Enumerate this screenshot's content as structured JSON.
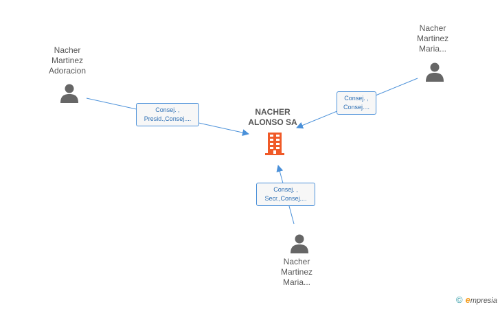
{
  "company": {
    "name_lines": [
      "NACHER",
      "ALONSO SA"
    ],
    "icon": "building-icon",
    "icon_color": "#f05a28"
  },
  "persons": [
    {
      "name_lines": [
        "Nacher",
        "Martinez",
        "Adoracion"
      ],
      "icon": "person-icon"
    },
    {
      "name_lines": [
        "Nacher",
        "Martinez",
        "Maria..."
      ],
      "icon": "person-icon"
    },
    {
      "name_lines": [
        "Nacher",
        "Martinez",
        "Maria..."
      ],
      "icon": "person-icon"
    }
  ],
  "relations": [
    {
      "role_lines": [
        "Consej. ,",
        "Presid.,Consej...."
      ]
    },
    {
      "role_lines": [
        "Consej. ,",
        "Consej...."
      ]
    },
    {
      "role_lines": [
        "Consej. ,",
        "Secr.,Consej...."
      ]
    }
  ],
  "colors": {
    "edge": "#4a90d9",
    "person": "#666666",
    "text": "#555555"
  },
  "watermark": {
    "copyright": "©",
    "brand_initial": "e",
    "brand_rest": "mpresia"
  }
}
